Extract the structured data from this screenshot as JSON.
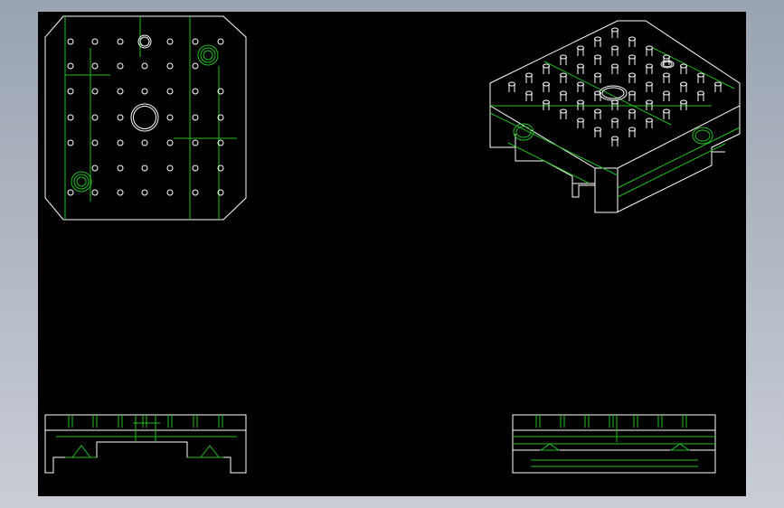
{
  "drawing": {
    "background_color": "#000000",
    "frame_color": "#9aa3b1",
    "line_color": "#ffffff",
    "hidden_line_color": "#1fbf1f",
    "stamp_color_1": "#ffffff",
    "stamp_color_2": "#ff33ff"
  },
  "views": {
    "top_view": {
      "hole_rows": 7,
      "hole_cols": 7
    },
    "isometric_view": {
      "hole_rows": 7,
      "hole_cols": 7
    },
    "front_view": {},
    "side_view": {}
  },
  "stamp": {
    "text_1": "",
    "text_2": ""
  }
}
